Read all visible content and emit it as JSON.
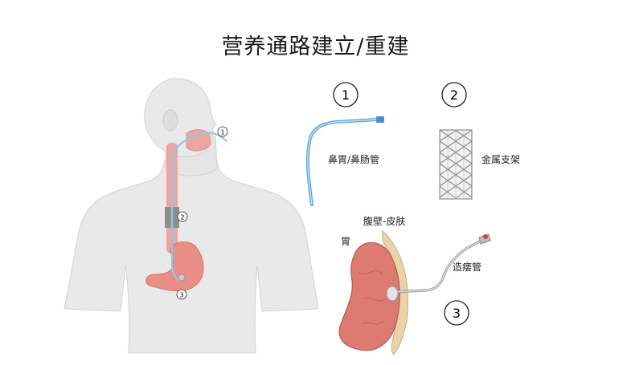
{
  "title": "营养通路建立/重建",
  "markers": [
    "1",
    "2",
    "3"
  ],
  "panel_numbers": [
    "1",
    "2",
    "3"
  ],
  "labels": {
    "nasal_tube": "鼻胃/鼻肠管",
    "metal_stent": "金属支架",
    "abdominal_wall_skin": "腹壁-皮肤",
    "stomach": "胃",
    "fistula_tube": "造瘘管"
  },
  "colors": {
    "skin": "#e7e7e7",
    "tube": "#6fb4e6",
    "stomach": "#d9716b",
    "wall": "#e8cfa6",
    "stent": "#8a8a8a"
  }
}
